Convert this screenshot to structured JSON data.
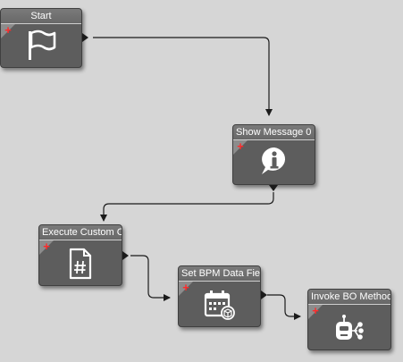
{
  "nodes": {
    "start": {
      "title": "Start",
      "icon": "flag-icon"
    },
    "show_message": {
      "title": "Show Message 0",
      "icon": "info-icon"
    },
    "execute_custom": {
      "title": "Execute Custom Co",
      "icon": "code-file-icon"
    },
    "set_bpm": {
      "title": "Set BPM Data Field",
      "icon": "calendar-icon"
    },
    "invoke_bo": {
      "title": "Invoke BO Method",
      "icon": "robot-icon"
    }
  },
  "add_glyph": "+",
  "colors": {
    "canvas": "#d6d6d6",
    "node_body": "#5d5d5d",
    "node_header": "#707070",
    "add_marker": "#ff2a2a",
    "connector": "#1b1b1b"
  }
}
